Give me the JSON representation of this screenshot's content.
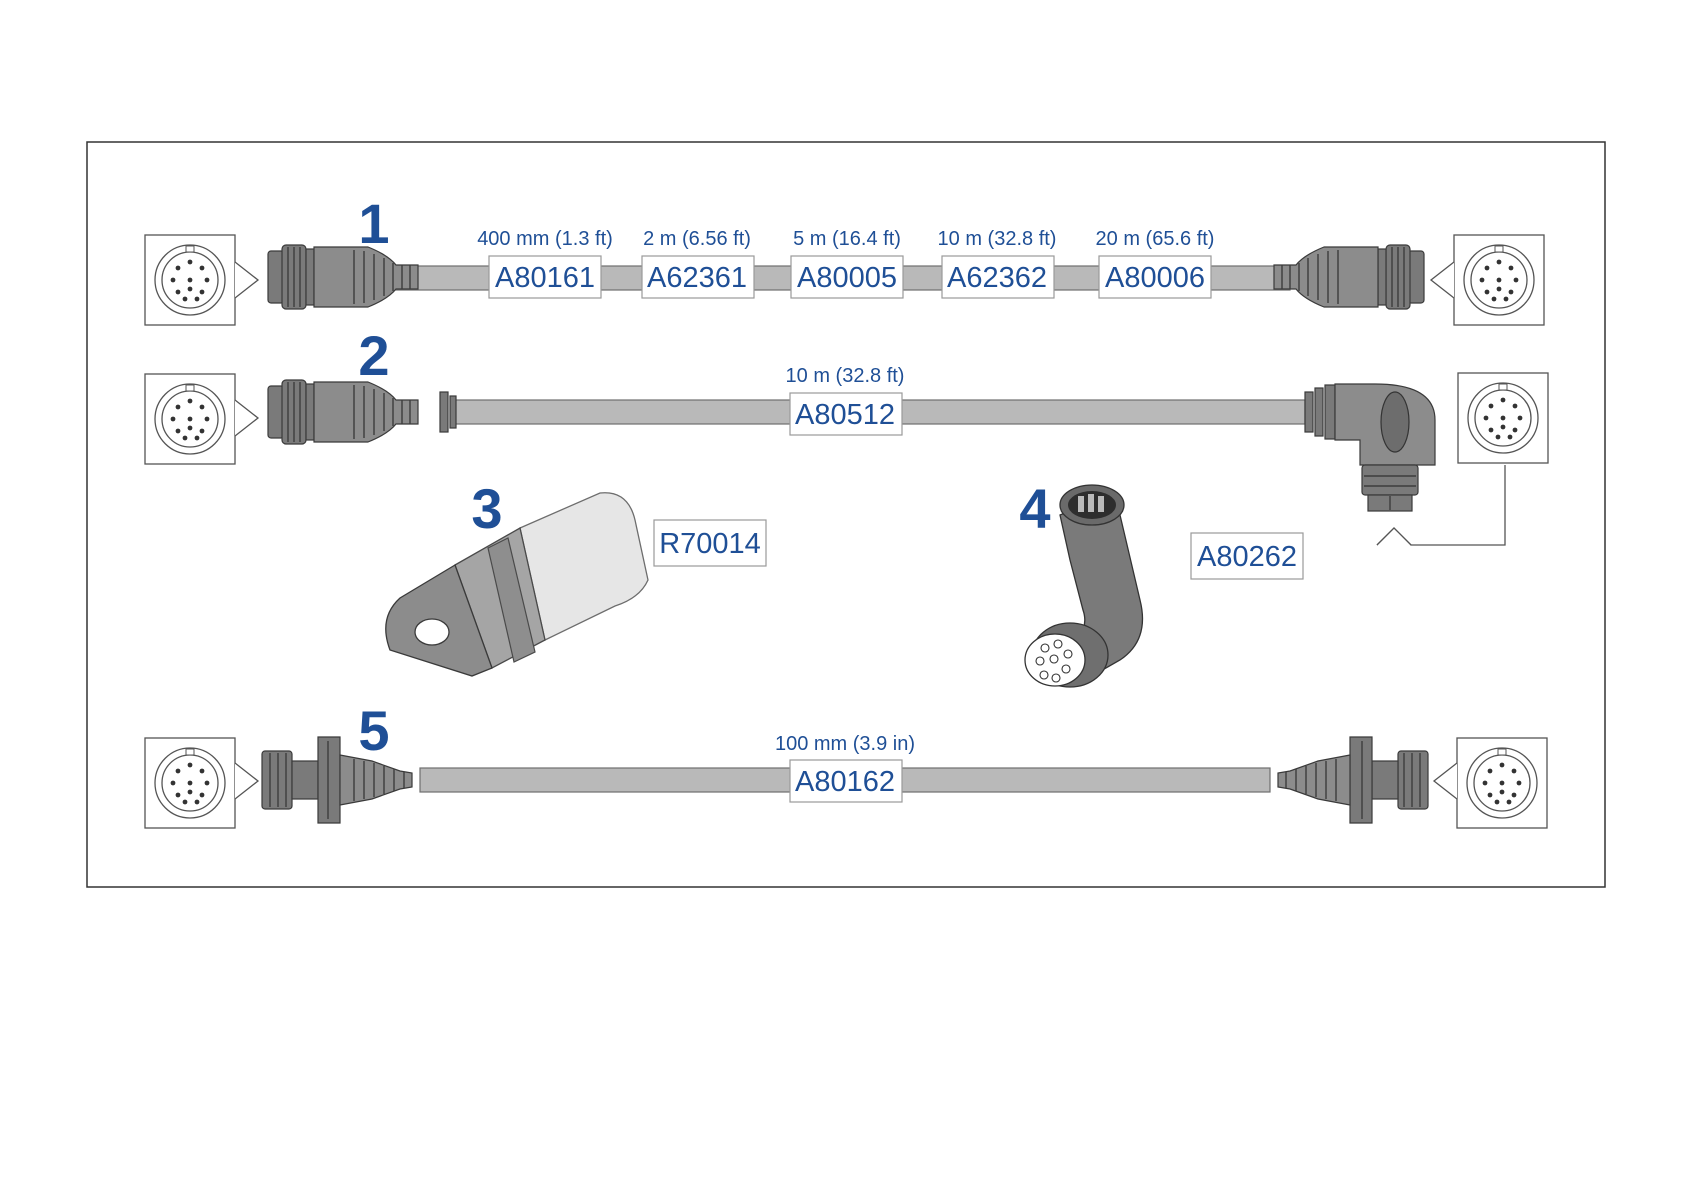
{
  "items": [
    {
      "number": "1",
      "variants": [
        {
          "length": "400 mm (1.3 ft)",
          "part": "A80161"
        },
        {
          "length": "2 m (6.56 ft)",
          "part": "A62361"
        },
        {
          "length": "5 m (16.4 ft)",
          "part": "A80005"
        },
        {
          "length": "10 m (32.8 ft)",
          "part": "A62362"
        },
        {
          "length": "20 m (65.6 ft)",
          "part": "A80006"
        }
      ]
    },
    {
      "number": "2",
      "variants": [
        {
          "length": "10 m (32.8 ft)",
          "part": "A80512"
        }
      ]
    },
    {
      "number": "3",
      "variants": [
        {
          "length": "",
          "part": "R70014"
        }
      ]
    },
    {
      "number": "4",
      "variants": [
        {
          "length": "",
          "part": "A80262"
        }
      ]
    },
    {
      "number": "5",
      "variants": [
        {
          "length": "100 mm (3.9 in)",
          "part": "A80162"
        }
      ]
    }
  ],
  "colors": {
    "label_blue": "#1f4f96",
    "cable_grey": "#b9b9b9",
    "connector_grey": "#7a7a7a"
  }
}
